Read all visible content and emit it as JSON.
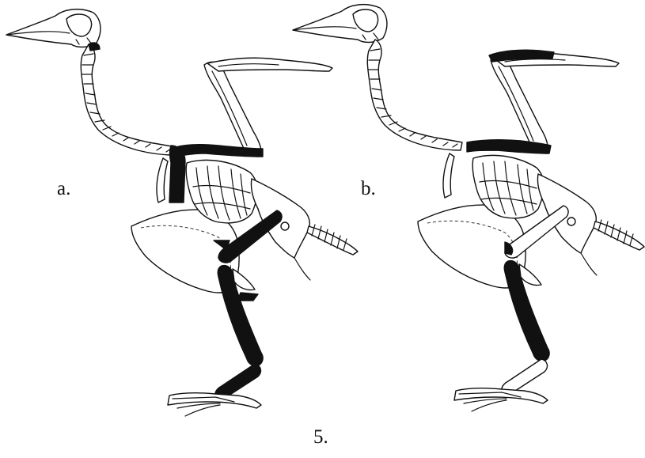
{
  "figure": {
    "panels": [
      {
        "label": "a.",
        "highlighted_bones": "black"
      },
      {
        "label": "b.",
        "highlighted_bones": "black"
      }
    ],
    "figure_number": "5.",
    "colors": {
      "ink": "#111111",
      "paper": "#ffffff",
      "highlight": "#111111"
    }
  }
}
